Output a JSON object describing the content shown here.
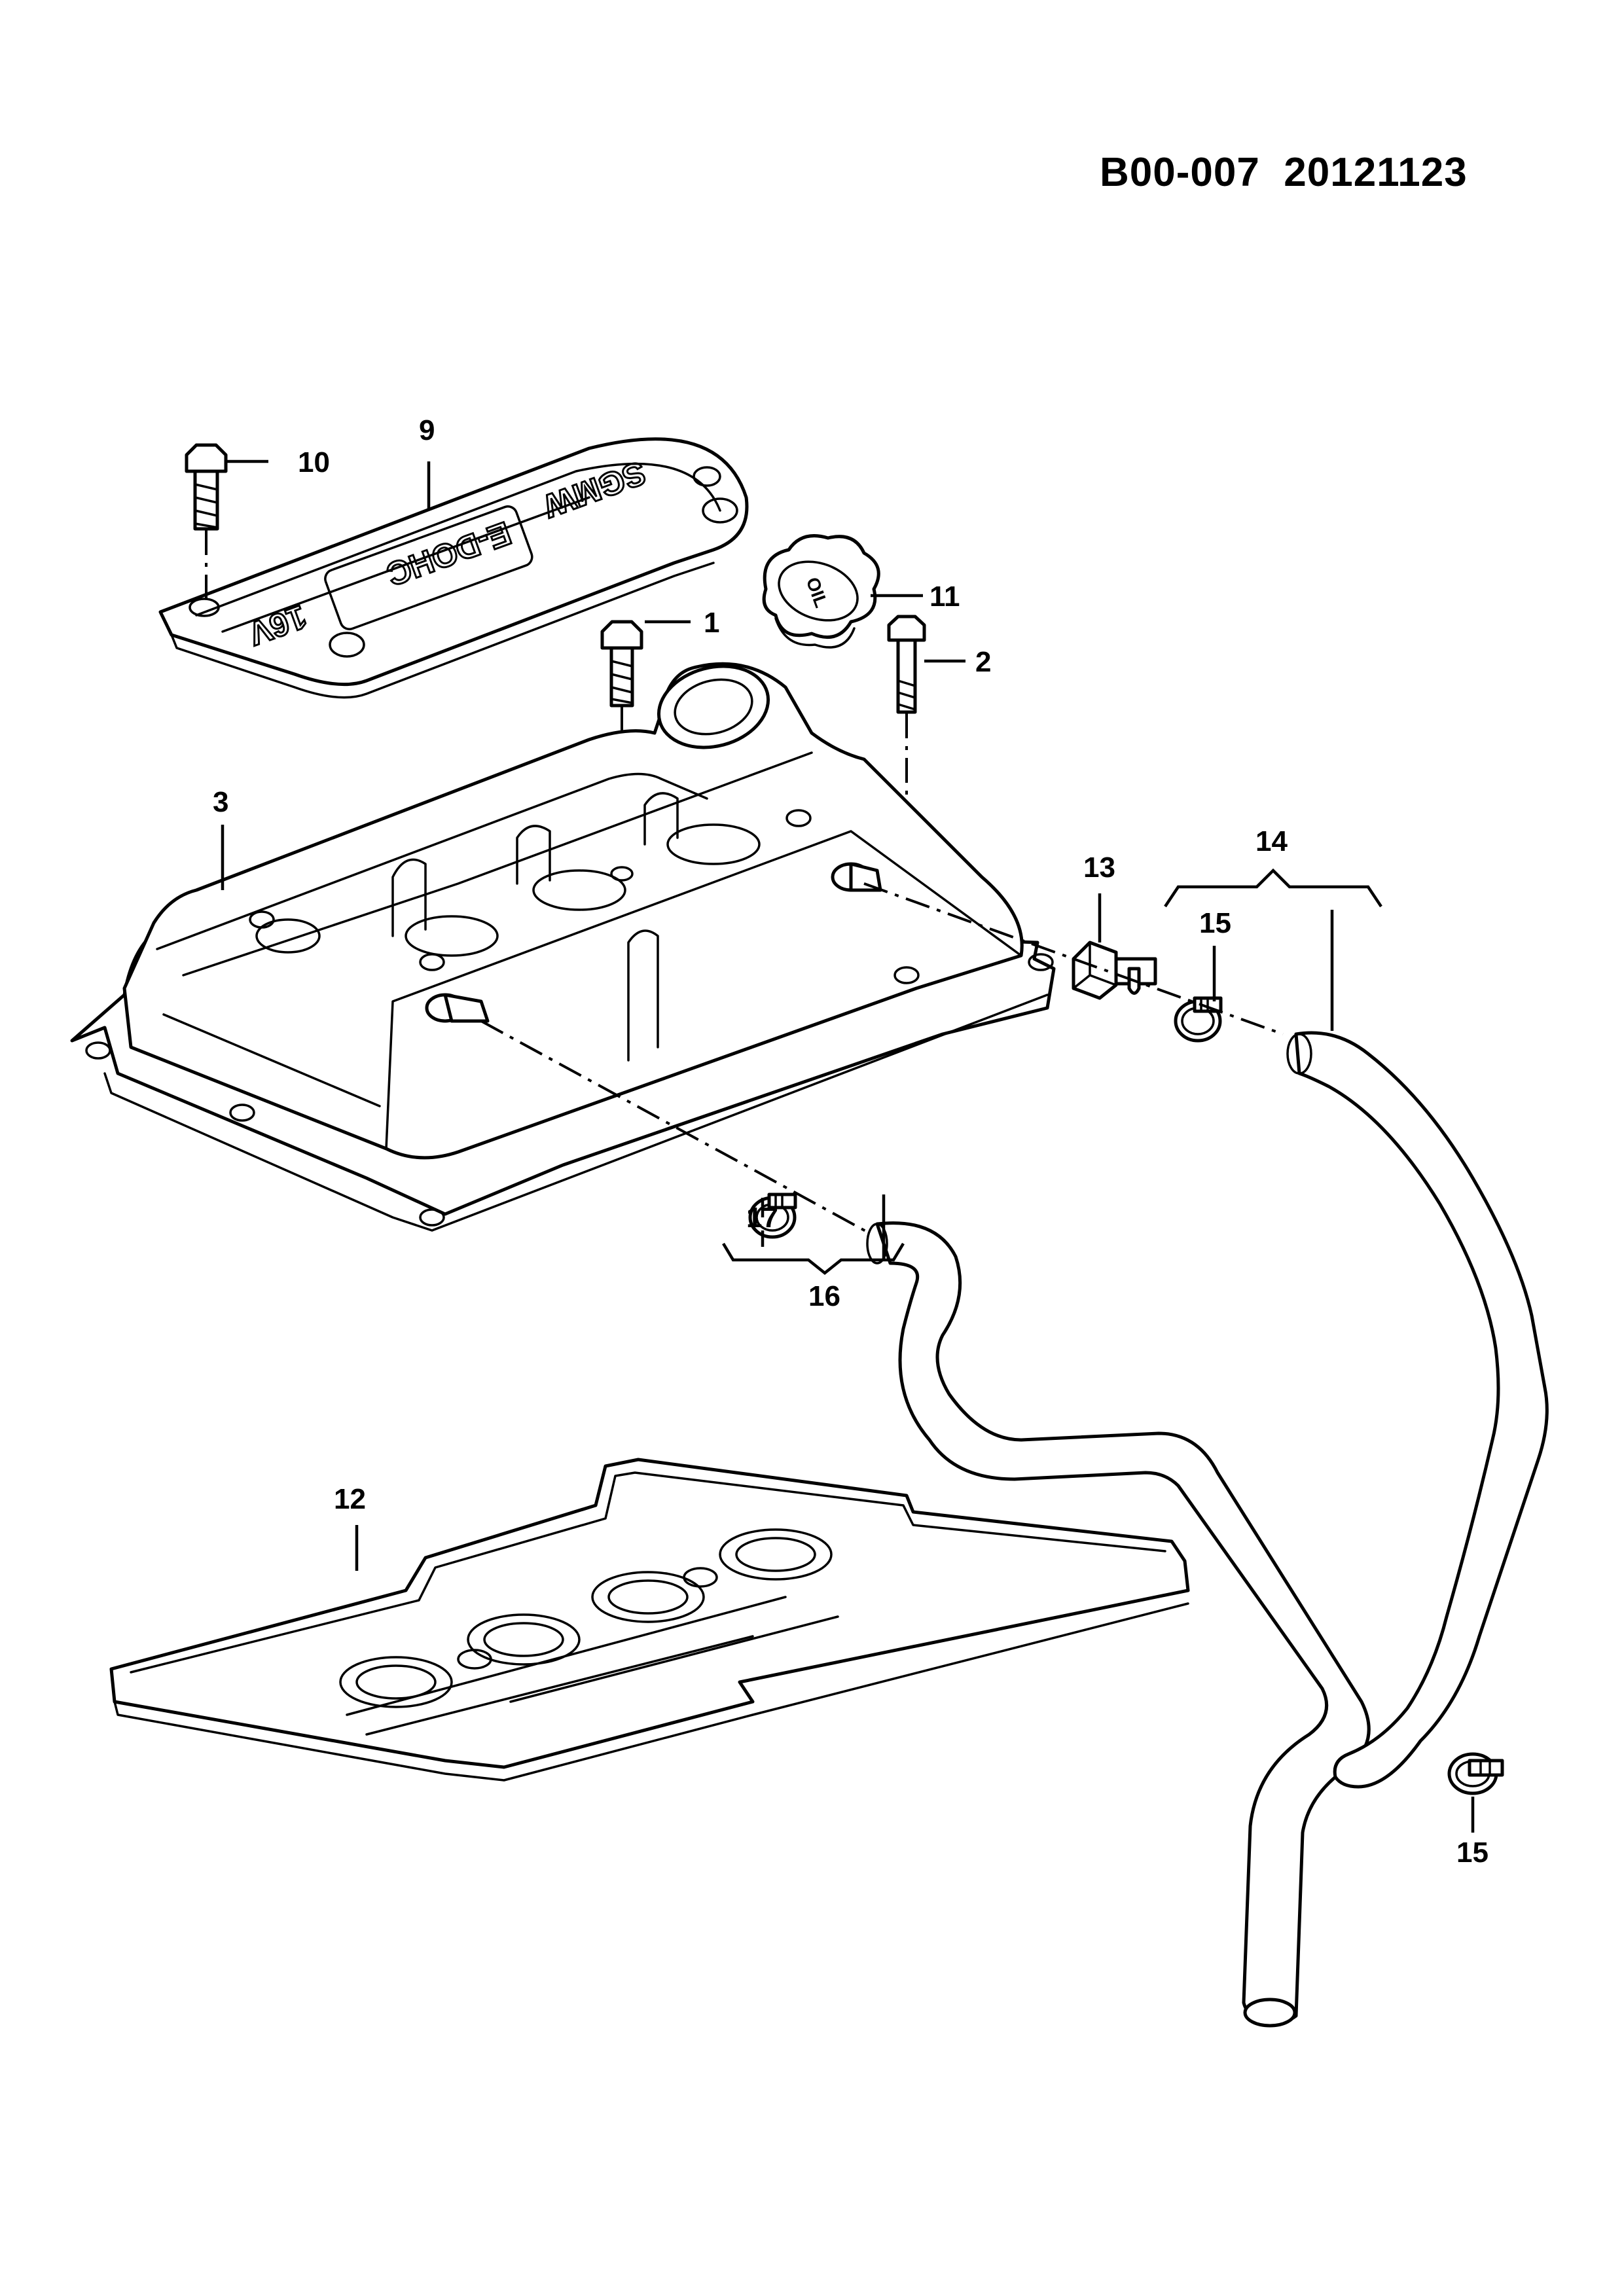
{
  "diagram": {
    "document_code": "B00-007  20121123",
    "cover_emboss": {
      "brand": "SGMW",
      "engine": "E-DOHC",
      "valves": "16V"
    },
    "oil_cap_mark": "OIL",
    "callouts": {
      "c1": "1",
      "c2": "2",
      "c3": "3",
      "c9": "9",
      "c10": "10",
      "c11": "11",
      "c12": "12",
      "c13": "13",
      "c14": "14",
      "c15a": "15",
      "c15b": "15",
      "c16": "16",
      "c17": "17"
    }
  }
}
